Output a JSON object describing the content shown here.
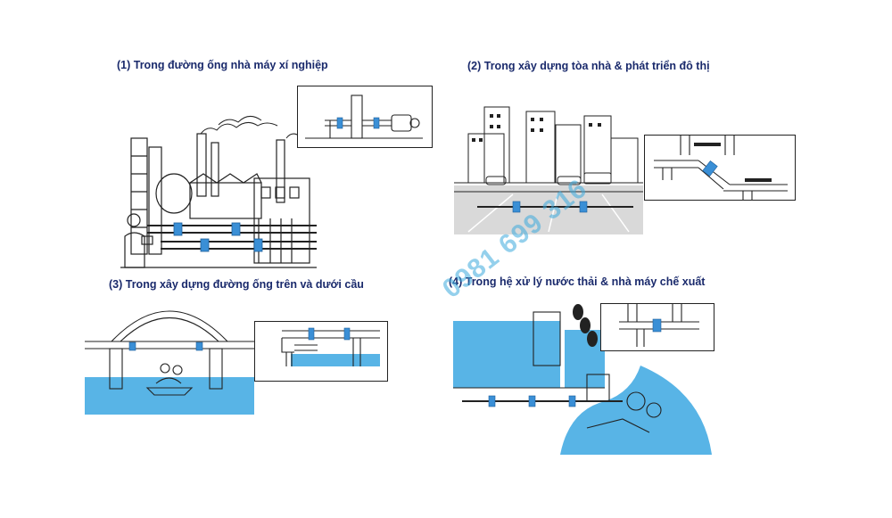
{
  "captions": {
    "factory": "(1) Trong đường ống nhà máy xí nghiệp",
    "building": "(2) Trong xây dựng tòa nhà & phát triển đô thị",
    "bridge": "(3) Trong xây dựng đường ống trên và dưới cầu",
    "wastewater": "(4) Trong hệ xử lý nước thải & nhà máy chế xuất"
  },
  "watermark": "0981 699 316",
  "colors": {
    "water": "#58b4e6",
    "coupling": "#3a8fd6",
    "line": "#222222",
    "caption": "#1a2a6c"
  }
}
